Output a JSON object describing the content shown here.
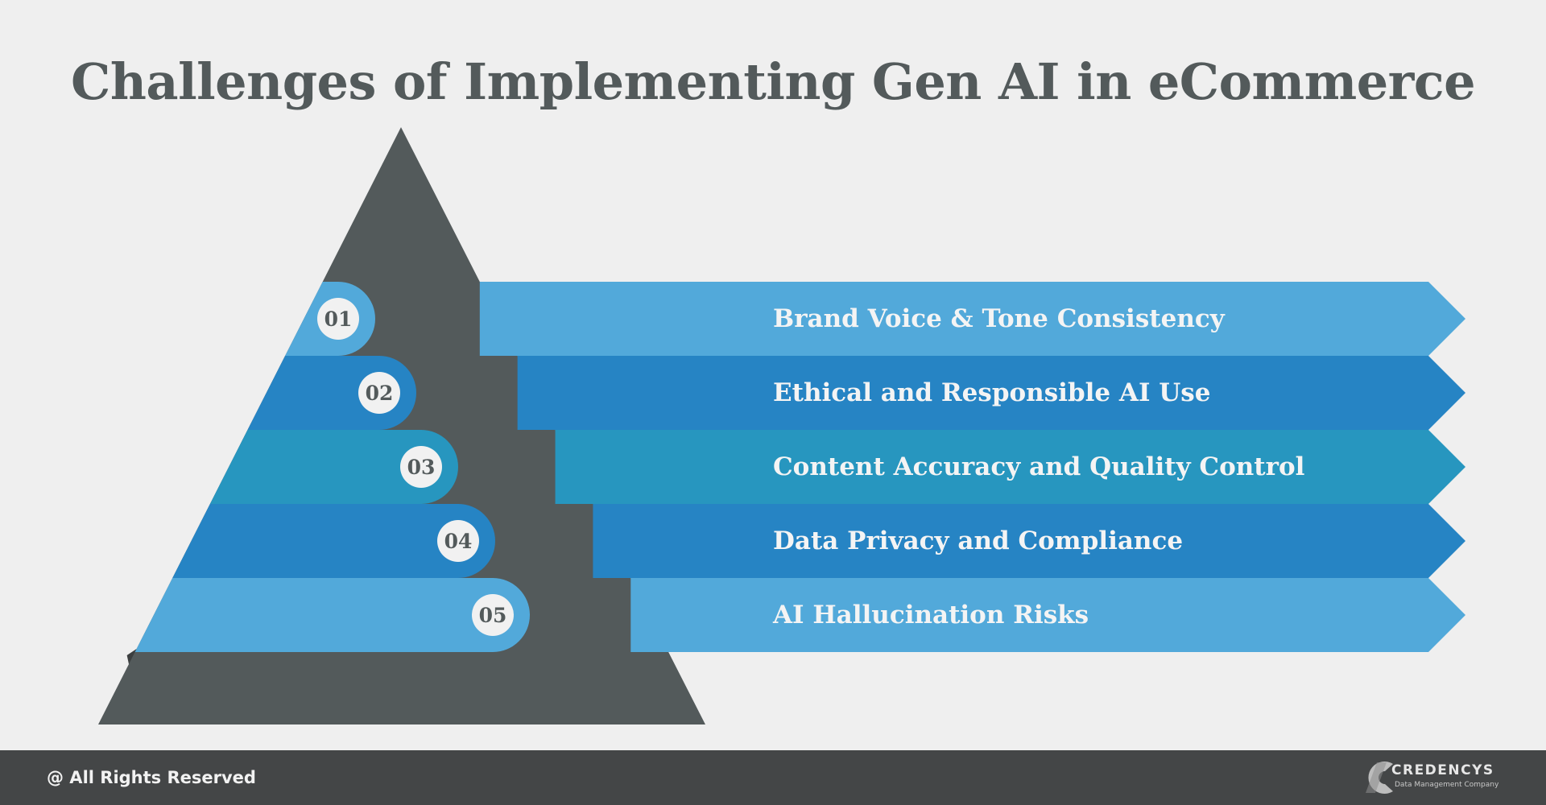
{
  "title": "Challenges of Implementing Gen AI in eCommerce",
  "colors": {
    "background": "#efefef",
    "title": "#535a5b",
    "pyramid": "#535a5b",
    "pyramid_shadow": "#3c3f40",
    "band_light_blue": "#52a9da",
    "band_dark_blue": "#2684c4",
    "band_teal": "#2796bf",
    "badge_fill": "#f1f1f1",
    "label_text": "#f4f4f4",
    "footer": "#444647"
  },
  "challenges": [
    {
      "number": "01",
      "label": "Brand Voice & Tone Consistency",
      "color": "#52a9da"
    },
    {
      "number": "02",
      "label": "Ethical and Responsible AI Use",
      "color": "#2684c4"
    },
    {
      "number": "03",
      "label": "Content Accuracy and Quality Control",
      "color": "#2796bf"
    },
    {
      "number": "04",
      "label": "Data Privacy and Compliance",
      "color": "#2684c4"
    },
    {
      "number": "05",
      "label": "AI Hallucination Risks",
      "color": "#52a9da"
    }
  ],
  "footer": {
    "copyright": "@ All Rights Reserved",
    "logo_name": "CREDENCYS",
    "logo_tagline": "Data Management Company"
  }
}
